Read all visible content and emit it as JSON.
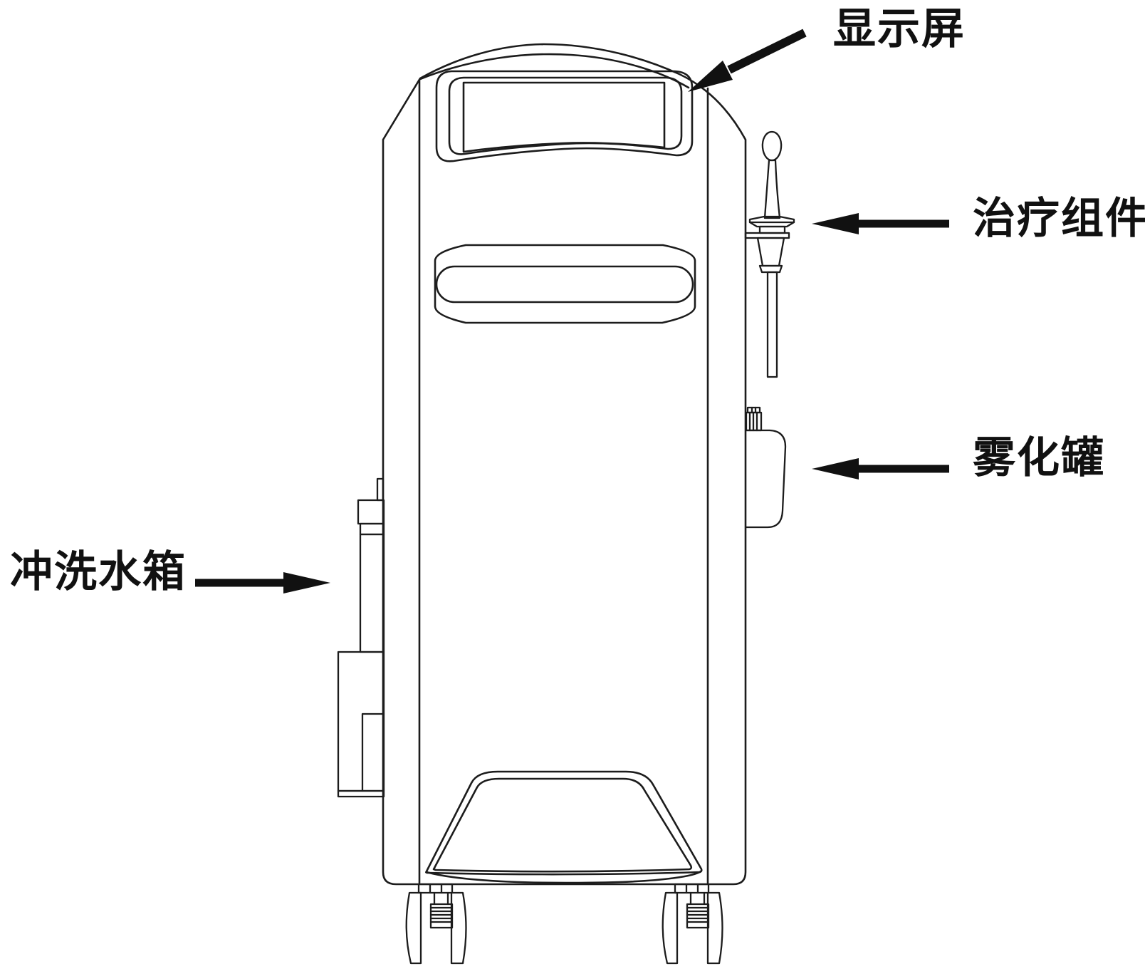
{
  "figure": {
    "background_color": "#ffffff",
    "line_color": "#1c1c1c",
    "arrow_color": "#111111"
  },
  "labels": {
    "display": "显示屏",
    "treatment": "治疗组件",
    "atomizer": "雾化罐",
    "water_tank": "冲洗水箱"
  }
}
